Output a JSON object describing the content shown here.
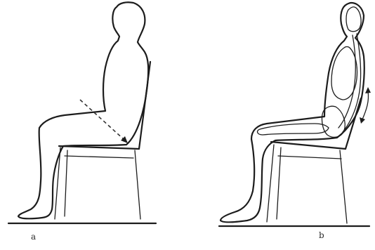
{
  "panels": [
    {
      "id": "a",
      "label": "a"
    },
    {
      "id": "b",
      "label": "b"
    }
  ],
  "colors": {
    "ink": "#1c1c1c",
    "background": "#ffffff"
  }
}
